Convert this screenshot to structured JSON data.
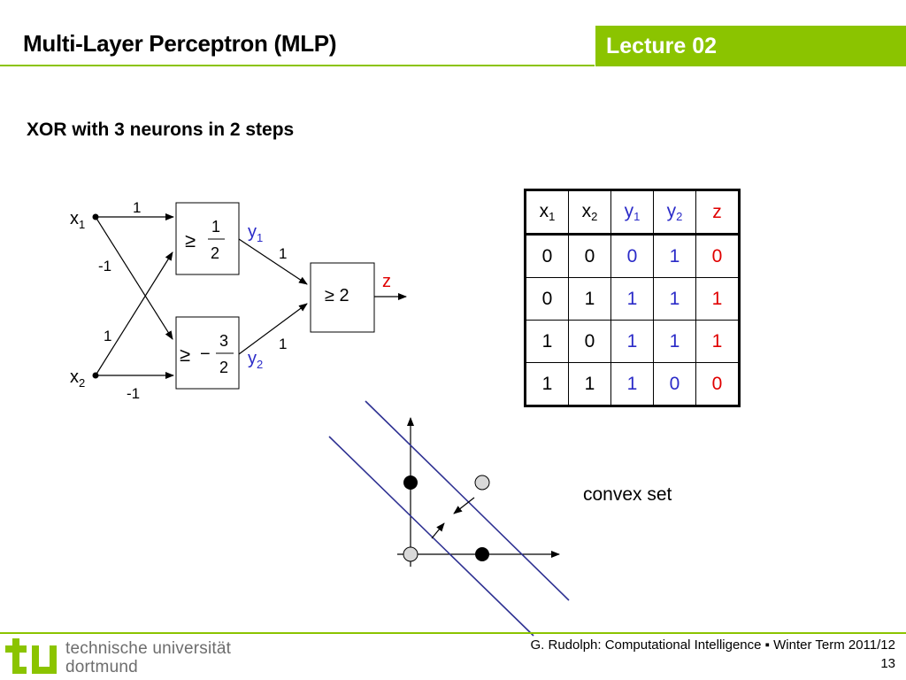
{
  "header": {
    "title": "Multi-Layer Perceptron (MLP)",
    "lecture": "Lecture 02"
  },
  "slide": {
    "subtitle": "XOR with 3 neurons in 2 steps"
  },
  "network": {
    "input1": "x",
    "input1_sub": "1",
    "input2": "x",
    "input2_sub": "2",
    "neuron1": {
      "sym": "≥",
      "num": "1",
      "den": "2"
    },
    "neuron2": {
      "sym": "≥",
      "sign": "−",
      "num": "3",
      "den": "2"
    },
    "neuron3": "≥ 2",
    "output1": "y",
    "output1_sub": "1",
    "output2": "y",
    "output2_sub": "2",
    "output3": "z",
    "weights": {
      "w_x1_n1": "1",
      "w_x1_n2": "-1",
      "w_x2_n1": "1",
      "w_x2_n2": "-1",
      "w_y1_z": "1",
      "w_y2_z": "1"
    }
  },
  "truth_table": {
    "headers": [
      {
        "base": "x",
        "sub": "1"
      },
      {
        "base": "x",
        "sub": "2"
      },
      {
        "base": "y",
        "sub": "1"
      },
      {
        "base": "y",
        "sub": "2"
      },
      {
        "base": "z",
        "sub": ""
      }
    ],
    "rows": [
      [
        "0",
        "0",
        "0",
        "1",
        "0"
      ],
      [
        "0",
        "1",
        "1",
        "1",
        "1"
      ],
      [
        "1",
        "0",
        "1",
        "1",
        "1"
      ],
      [
        "1",
        "1",
        "1",
        "0",
        "0"
      ]
    ],
    "column_colors": [
      "#000000",
      "#000000",
      "#2b2bc8",
      "#2b2bc8",
      "#e00000"
    ]
  },
  "plot": {
    "label": "convex set"
  },
  "colors": {
    "accent": "#8bc400",
    "blue": "#2b2bc8",
    "red": "#e00000",
    "line": "#2e3192"
  },
  "footer": {
    "logo": "tu",
    "university_line1": "technische universität",
    "university_line2": "dortmund",
    "credit": "G. Rudolph: Computational Intelligence ▪ Winter Term 2011/12",
    "page": "13"
  }
}
